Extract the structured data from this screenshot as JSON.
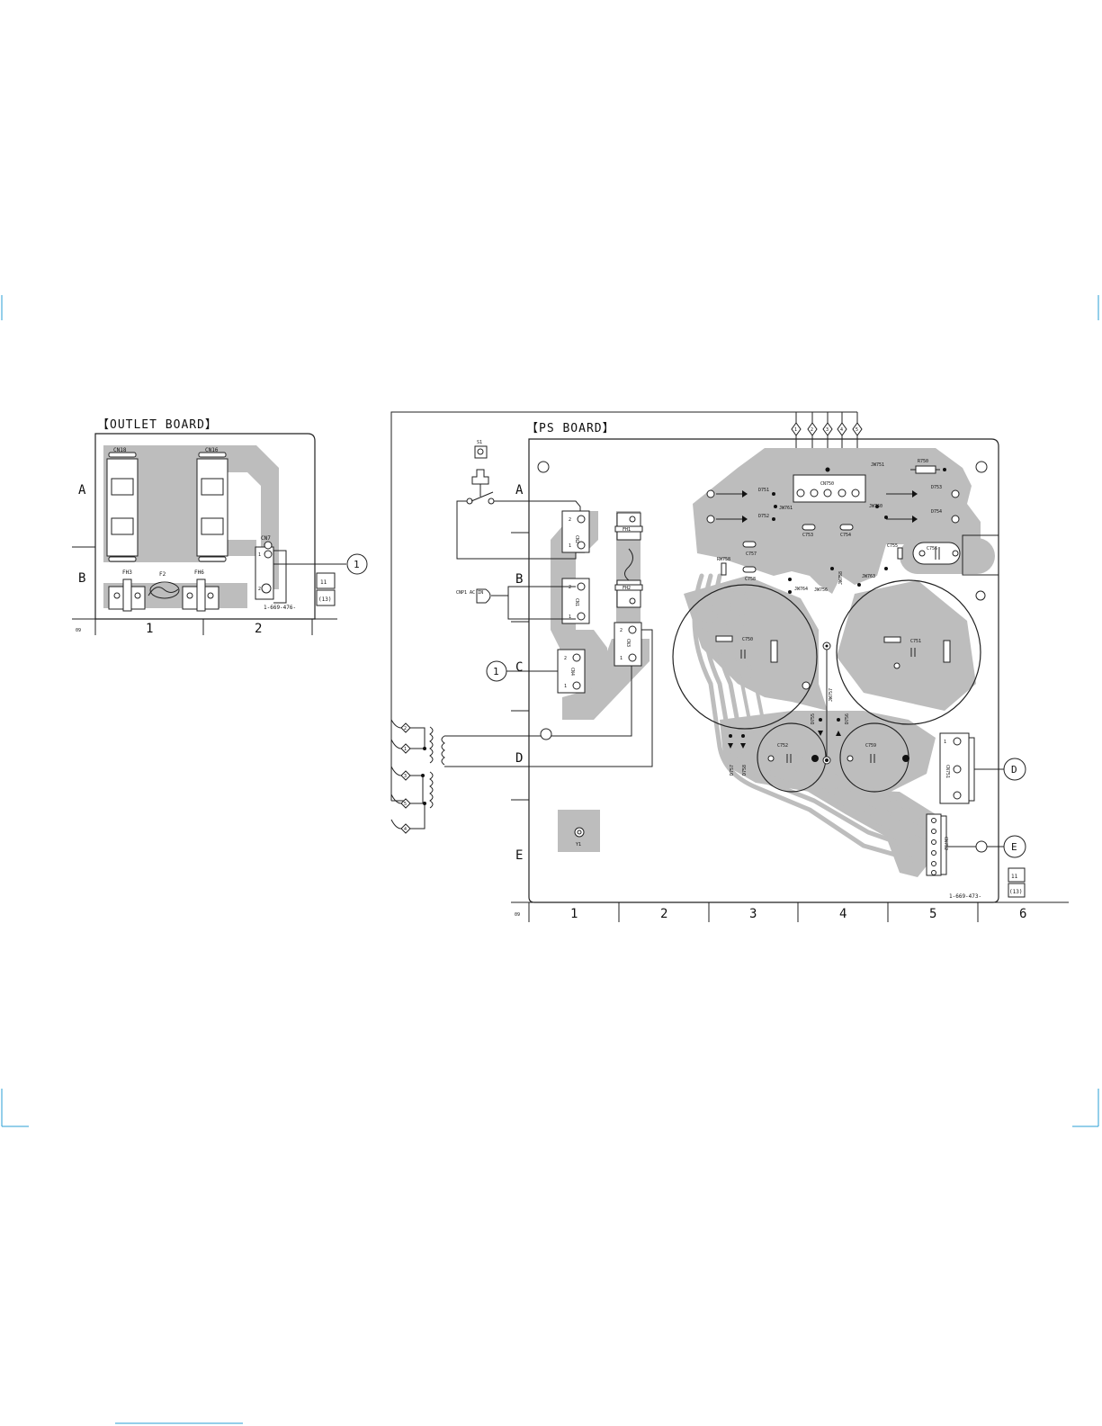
{
  "outlet_board": {
    "title": "【OUTLET BOARD】",
    "rows": [
      "A",
      "B"
    ],
    "cols": [
      "1",
      "2"
    ],
    "corner_code": "09",
    "parts": {
      "cn18": "CN18",
      "cn16": "CN16",
      "cn7": "CN7",
      "fh3": "FH3",
      "f2": "F2",
      "fh6": "FH6",
      "pin1": "1",
      "pin2": "2"
    },
    "board_number": "1-669-476-",
    "ref_top": "11",
    "ref_bottom": "(13)",
    "connector_marker": "1"
  },
  "ps_board": {
    "title": "【PS BOARD】",
    "rows": [
      "A",
      "B",
      "C",
      "D",
      "E"
    ],
    "cols": [
      "1",
      "2",
      "3",
      "4",
      "5",
      "6"
    ],
    "corner_code": "09",
    "parts": {
      "s1": "S1",
      "cn2": "CN2",
      "cn1": "CN1",
      "cn3": "CN3",
      "cn4": "CN4",
      "fh1": "FH1",
      "fh2": "FH2",
      "acin": "CNP1\nAC IN",
      "y1": "Y1",
      "cn750": "CN750",
      "jw751": "JW751",
      "r750": "R750",
      "d751": "D751",
      "d752": "D752",
      "d753": "D753",
      "d754": "D754",
      "jw761": "JW761",
      "jw760": "JW760",
      "c753": "C753",
      "c754": "C754",
      "c757": "C757",
      "c758": "C758",
      "c756": "C756",
      "c755": "C755",
      "rw758": "RW758",
      "jw764": "JW764",
      "jw758": "JW758",
      "jw763": "JW763",
      "jw756": "JW756",
      "c750": "C750",
      "c751": "C751",
      "jw757": "JW757",
      "d755": "D755",
      "d756": "D756",
      "d757": "D757",
      "d758": "D758",
      "c752": "C752",
      "c759": "C759",
      "cn751": "CN751",
      "cn752": "CN752",
      "cn751_pins": "1",
      "pin1": "1",
      "pin2": "2"
    },
    "board_number": "1-669-473-",
    "ref_top": "11",
    "ref_bottom": "(13)",
    "marker_1": "1",
    "marker_d": "D",
    "marker_e": "E",
    "top_terminals": [
      "1",
      "2",
      "3",
      "4",
      "5"
    ],
    "side_terminals": [
      "2",
      "1",
      "3",
      "5",
      "4"
    ]
  }
}
